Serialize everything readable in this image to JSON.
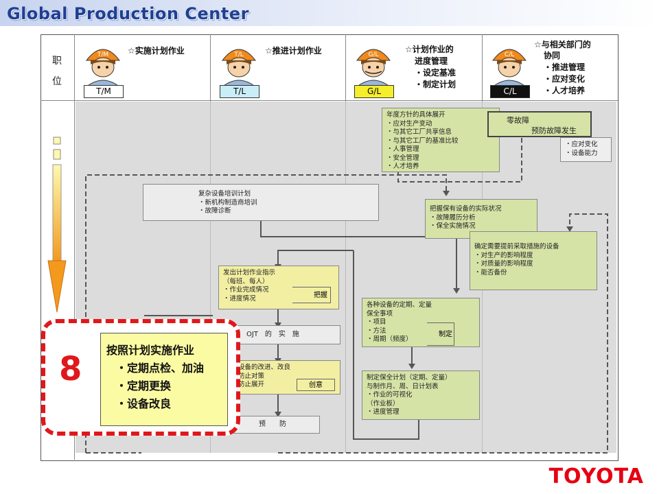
{
  "header": {
    "title": "Global Production Center"
  },
  "row_label": {
    "line1": "职",
    "line2": "位"
  },
  "roles": [
    {
      "badge": "T/M",
      "hat": "T/M",
      "head": "☆实施计划作业",
      "items": [],
      "badge_color": "#ffffff"
    },
    {
      "badge": "T/L",
      "hat": "T/L",
      "head": "☆推进计划作业",
      "items": [],
      "badge_color": "#c9eef7"
    },
    {
      "badge": "G/L",
      "hat": "G/L",
      "head": "☆计划作业的",
      "items": [
        "进度管理",
        "・设定基准",
        "・制定计划"
      ],
      "badge_color": "#f5ee2b"
    },
    {
      "badge": "C/L",
      "hat": "C/L",
      "head": "☆与相关部门的",
      "items": [
        "协同",
        "・推进管理",
        "・应对变化",
        "・人才培养"
      ],
      "badge_color": "#111111"
    }
  ],
  "boxes": {
    "annual_plan": [
      "年度方针的具体展开",
      "・应对生产变动",
      "・与其它工厂共享信息",
      "・与其它工厂的基准比较",
      "・人事管理",
      "・安全管理",
      "・人才培养"
    ],
    "zero_fault": [
      "零故障",
      "预防故障发生"
    ],
    "change_note": [
      "・应对变化",
      "・设备能力"
    ],
    "complex_training": [
      "复杂设备培训计划",
      "・新机构制造商培训",
      "・故障诊断"
    ],
    "grasp_status": [
      "把握保有设备的实际状况",
      "・故障履历分析",
      "・保全实施情况"
    ],
    "measures": [
      "确定需要提前采取措施的设备",
      "・对生产的影响程度",
      "・对质量的影响程度",
      "・能否备份"
    ],
    "issue_instructions": [
      "发出计划作业指示",
      "（每班、每人）",
      "・作业完成情况",
      "・进度情况"
    ],
    "grasp_label": "把握",
    "periodic_items": [
      "各种设备的定期、定量",
      "保全事项",
      "・项目",
      "・方法",
      "・周期（频度）"
    ],
    "make_label": "制定",
    "ojt": "OJT　的　实　施",
    "improve": [
      "设备的改进、改良",
      "防止对策",
      "防止展开"
    ],
    "creative_label": "创意",
    "maintenance_plan": [
      "制定保全计划（定期、定量）",
      "与制作月、周、日计划表",
      "・作业的可视化",
      "（作业板）",
      "・进度管理"
    ],
    "prevent": "预　　防"
  },
  "highlight": {
    "number": "8",
    "lines": [
      "按照计划实施作业",
      "・定期点检、加油",
      "・定期更换",
      "・设备改良"
    ]
  },
  "brand": "TOYOTA",
  "colors": {
    "accent_red": "#e0181b",
    "green_box": "#d5e3a7",
    "yellow_box": "#f2efa3",
    "toyota_red": "#e60012"
  }
}
